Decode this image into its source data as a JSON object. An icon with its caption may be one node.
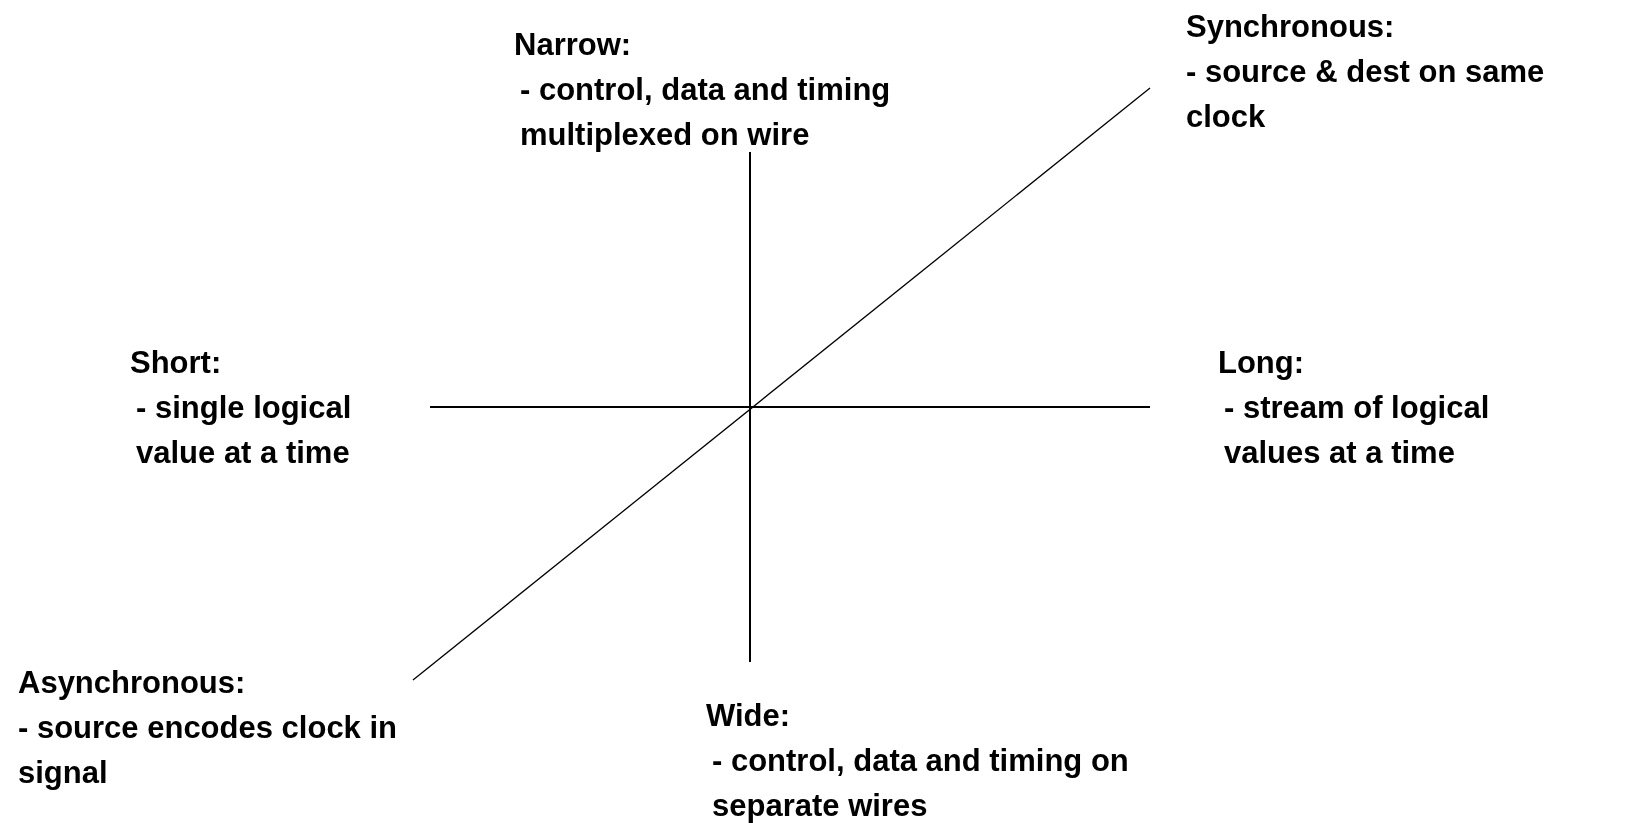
{
  "diagram": {
    "nodes": [
      {
        "text": [
          "Narrow:",
          "- control, data and timing multiplexed on wire"
        ]
      },
      {
        "text": [
          "Synchronous:",
          "- source & dest on same clock"
        ]
      },
      {
        "text": [
          "Short:",
          "- single logical value at a time"
        ]
      },
      {
        "text": [
          "Long:",
          "- stream of logical values at a time"
        ]
      },
      {
        "text": [
          "Asynchronous:",
          "- source encodes clock in signal"
        ]
      },
      {
        "text": [
          "Wide:",
          "- control, data and timing on separate wires"
        ]
      }
    ],
    "edges": [
      {
        "from": 0,
        "to": 5,
        "arrow": "none"
      },
      {
        "from": 2,
        "to": 3,
        "arrow": "none"
      },
      {
        "from": 1,
        "to": 4,
        "arrow": "none"
      }
    ]
  }
}
